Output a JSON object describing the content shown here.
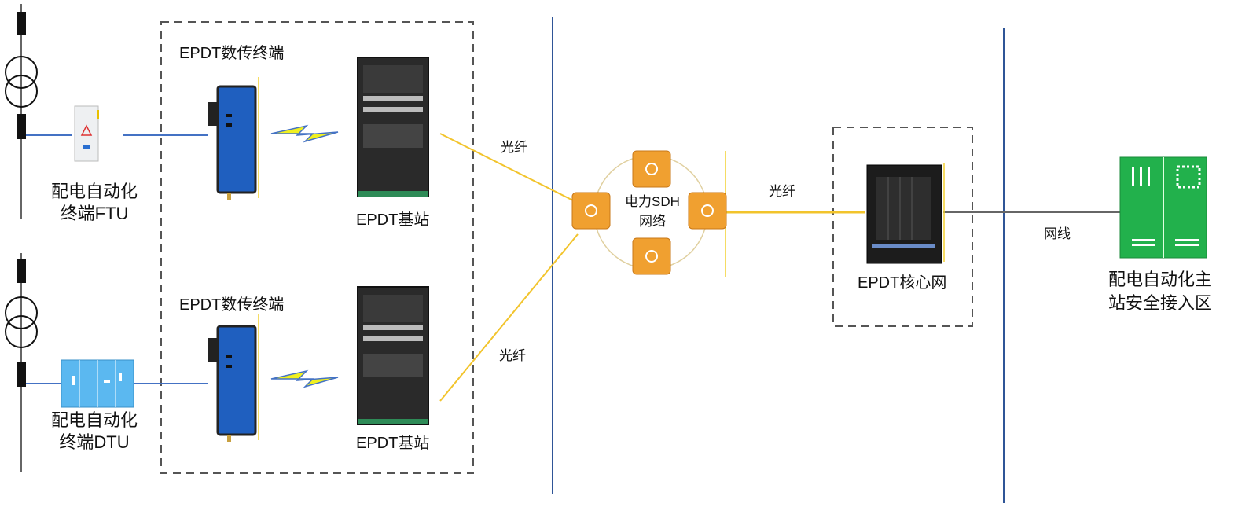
{
  "labels": {
    "terminal_top": "EPDT数传终端",
    "terminal_bottom": "EPDT数传终端",
    "base_station_top": "EPDT基站",
    "base_station_bottom": "EPDT基站",
    "ftu_line1": "配电自动化",
    "ftu_line2": "终端FTU",
    "dtu_line1": "配电自动化",
    "dtu_line2": "终端DTU",
    "fiber_top": "光纤",
    "fiber_bottom": "光纤",
    "fiber_core": "光纤",
    "sdh_line1": "电力SDH",
    "sdh_line2": "网络",
    "core_network": "EPDT核心网",
    "network_cable": "网线",
    "master_line1": "配电自动化主",
    "master_line2": "站安全接入区"
  },
  "colors": {
    "fiber": "#f2c42c",
    "blue_line": "#4472c4",
    "divider": "#2f5597",
    "terminal": "#1f5fbf",
    "switch": "#f0a030",
    "cabinet": "#22b14c",
    "dtu": "#5bb8f0"
  }
}
